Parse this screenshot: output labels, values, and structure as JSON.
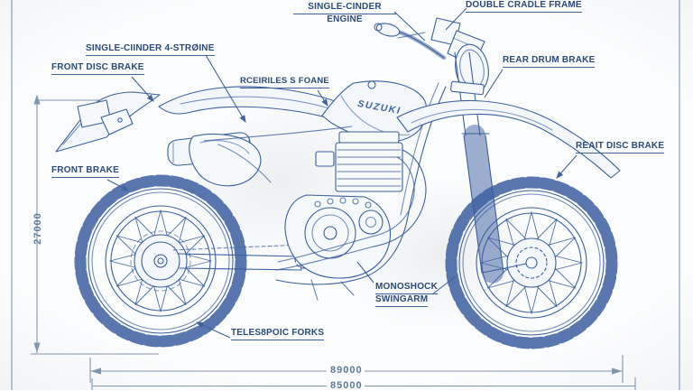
{
  "brand": "SUZUKI",
  "labels": {
    "engine": {
      "line1": "SINGLE-CINDER",
      "line2": "ENGINE"
    },
    "double_cradle": "DOUBLE CRADLE FRAME",
    "four_stroke": "SINGLE-CIINDER 4-STRØINE",
    "front_disc_brake": "FRONT DISC BRAKE",
    "series_frame": "RCEIRILES S FOANE",
    "rear_drum_brake": "REAR DRUM BRAKE",
    "rear_disc_brake": "REAIT DISC BRAKE",
    "front_brake": "FRONT BRAKE",
    "monoshock": {
      "line1": "MONOSHOCK",
      "line2": "SWINGARM"
    },
    "telescopic_forks": "TELES8POIC FORKS"
  },
  "dimensions": {
    "height": "27000",
    "length_top": "89000",
    "length_bottom": "85000"
  },
  "colors": {
    "line_blue": "#3c5fa0",
    "label_navy": "#2c4a79",
    "dim_gray_blue": "#8096ad",
    "background": "#fbfcfd"
  }
}
